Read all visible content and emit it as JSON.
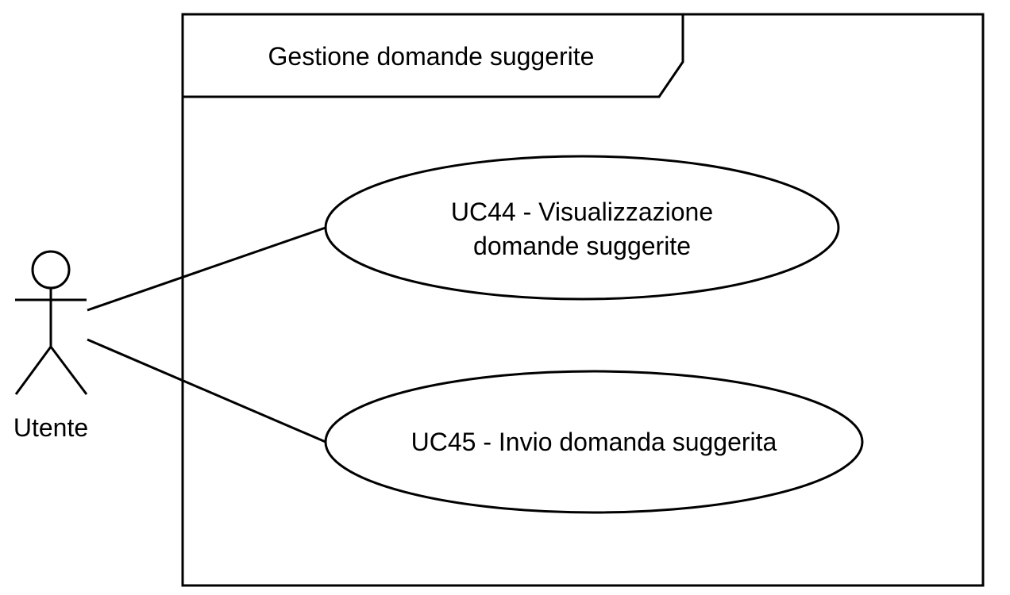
{
  "frame": {
    "title": "Gestione domande suggerite"
  },
  "actor": {
    "name": "Utente"
  },
  "use_cases": [
    {
      "line1": "UC44 - Visualizzazione",
      "line2": "domande suggerite"
    },
    {
      "line1": "UC45 - Invio domanda suggerita"
    }
  ],
  "colors": {
    "stroke": "#000000",
    "background": "#ffffff"
  }
}
